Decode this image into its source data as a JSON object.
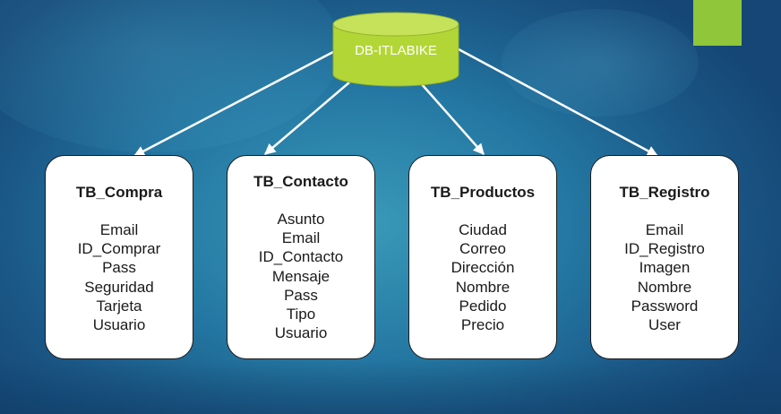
{
  "database": {
    "label": "DB-ITLABIKE",
    "color": "#b3d637"
  },
  "accent_square_color": "#8fc63a",
  "tables": [
    {
      "title": "TB_Compra",
      "fields": [
        "Email",
        "ID_Comprar",
        "Pass",
        "Seguridad",
        "Tarjeta",
        "Usuario"
      ]
    },
    {
      "title": "TB_Contacto",
      "fields": [
        "Asunto",
        "Email",
        "ID_Contacto",
        "Mensaje",
        "Pass",
        "Tipo",
        "Usuario"
      ]
    },
    {
      "title": "TB_Productos",
      "fields": [
        "Ciudad",
        "Correo",
        "Dirección",
        "Nombre",
        "Pedido",
        "Precio"
      ]
    },
    {
      "title": "TB_Registro",
      "fields": [
        "Email",
        "ID_Registro",
        "Imagen",
        "Nombre",
        "Password",
        "User"
      ]
    }
  ]
}
